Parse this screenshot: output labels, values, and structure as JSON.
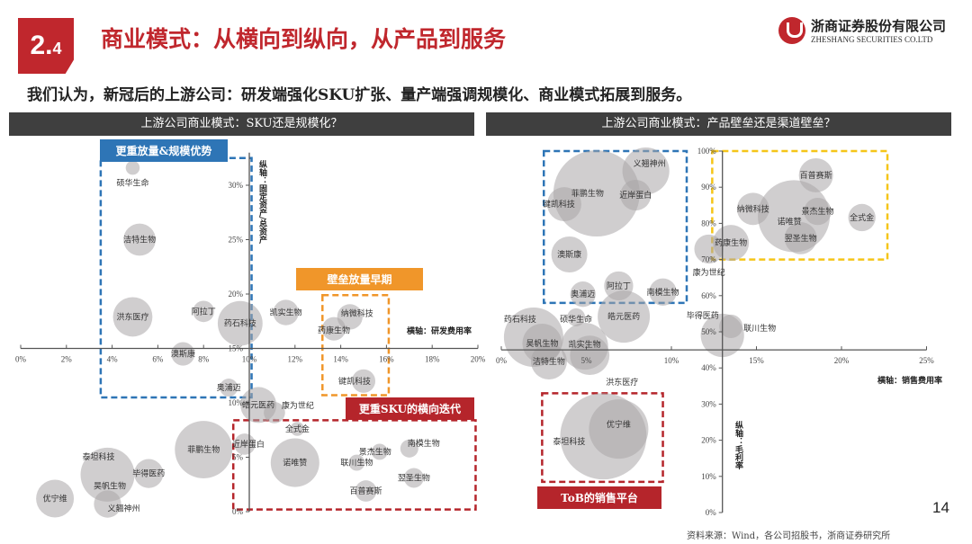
{
  "header": {
    "section_number": "2.",
    "section_sub": "4",
    "title": "商业模式：从横向到纵向，从产品到服务",
    "logo_cn": "浙商证券股份有限公司",
    "logo_en": "ZHESHANG SECURITIES CO.LTD"
  },
  "subtitle": "我们认为，新冠后的上游公司：研发端强化SKU扩张、量产端强调规模化、商业模式拓展到服务。",
  "footer": {
    "page": "14",
    "source": "资料来源：Wind，各公司招股书，浙商证券研究所"
  },
  "colors": {
    "brand": "#c0272d",
    "blue": "#2e75b6",
    "orange": "#f0962a",
    "yellow": "#f5c518",
    "bubble": "#c8c6c7"
  },
  "chart_data": [
    {
      "type": "scatter",
      "subtype": "bubble",
      "title": "上游公司商业模式：SKU还是规模化？",
      "xlabel": "横轴：研发费用率",
      "ylabel": "纵轴：固定资产/总资产",
      "xlim": [
        0,
        20
      ],
      "ylim": [
        0,
        33
      ],
      "xticks": [
        "0%",
        "2%",
        "4%",
        "6%",
        "8%",
        "10%",
        "12%",
        "14%",
        "16%",
        "18%",
        "20%"
      ],
      "yticks": [
        "0%",
        "5%",
        "10%",
        "15%",
        "20%",
        "25%",
        "30%"
      ],
      "y_axis_crosses_x": 10,
      "x_axis_crosses_y": 15,
      "annotations": [
        {
          "text": "更重放量&规模优势",
          "color": "#2e75b6",
          "xrange": [
            3.5,
            10.1
          ],
          "yrange": [
            10.5,
            32.5
          ]
        },
        {
          "text": "壁垒放量早期",
          "color": "#f0962a",
          "xrange": [
            13.2,
            16.1
          ],
          "yrange": [
            10.7,
            19.9
          ]
        },
        {
          "text": "更重SKU的横向迭代",
          "color": "#b5252b",
          "xrange": [
            9.3,
            19.9
          ],
          "yrange": [
            0.2,
            8.4
          ]
        }
      ],
      "points": [
        {
          "name": "硕华生命",
          "x": 4.9,
          "y": 31.6,
          "size": 0.6
        },
        {
          "name": "洁特生物",
          "x": 5.2,
          "y": 25.0,
          "size": 3.2
        },
        {
          "name": "洪东医疗",
          "x": 4.9,
          "y": 17.9,
          "size": 4.8
        },
        {
          "name": "阿拉丁",
          "x": 8.0,
          "y": 18.4,
          "size": 1.4
        },
        {
          "name": "药石科技",
          "x": 9.6,
          "y": 17.3,
          "size": 6.2
        },
        {
          "name": "凯实生物",
          "x": 11.6,
          "y": 18.3,
          "size": 2.0
        },
        {
          "name": "纳微科技",
          "x": 14.4,
          "y": 17.9,
          "size": 2.0
        },
        {
          "name": "药康生物",
          "x": 13.7,
          "y": 16.8,
          "size": 1.7
        },
        {
          "name": "澳斯康",
          "x": 7.1,
          "y": 14.5,
          "size": 1.7
        },
        {
          "name": "奥浦迈",
          "x": 9.1,
          "y": 11.4,
          "size": 1.0
        },
        {
          "name": "键凯科技",
          "x": 15.0,
          "y": 12.0,
          "size": 1.7
        },
        {
          "name": "皓元医药",
          "x": 10.4,
          "y": 9.8,
          "size": 4.0
        },
        {
          "name": "康为世纪",
          "x": 11.1,
          "y": 9.1,
          "size": 1.4
        },
        {
          "name": "全式金",
          "x": 12.1,
          "y": 7.6,
          "size": 0.6
        },
        {
          "name": "近岸蛋白",
          "x": 9.8,
          "y": 6.2,
          "size": 1.4
        },
        {
          "name": "菲鹏生物",
          "x": 8.0,
          "y": 5.7,
          "size": 10.2
        },
        {
          "name": "诺唯赞",
          "x": 12.0,
          "y": 4.5,
          "size": 7.3
        },
        {
          "name": "泰坦科技",
          "x": 3.8,
          "y": 3.4,
          "size": 9.0
        },
        {
          "name": "昊帆生物",
          "x": 3.9,
          "y": 3.0,
          "size": 0
        },
        {
          "name": "毕得医药",
          "x": 5.6,
          "y": 3.5,
          "size": 2.6
        },
        {
          "name": "优宁维",
          "x": 1.5,
          "y": 1.2,
          "size": 4.4
        },
        {
          "name": "义翘神州",
          "x": 3.8,
          "y": 0.7,
          "size": 2.3
        },
        {
          "name": "景杰生物",
          "x": 15.7,
          "y": 5.5,
          "size": 0.8
        },
        {
          "name": "南模生物",
          "x": 17.0,
          "y": 5.8,
          "size": 1.0
        },
        {
          "name": "联川生物",
          "x": 14.7,
          "y": 4.5,
          "size": 0.8
        },
        {
          "name": "百普赛斯",
          "x": 15.1,
          "y": 1.9,
          "size": 1.4
        },
        {
          "name": "翌圣生物",
          "x": 17.2,
          "y": 3.1,
          "size": 1.2
        }
      ]
    },
    {
      "type": "scatter",
      "subtype": "bubble",
      "title": "上游公司商业模式：产品壁垒还是渠道壁垒？",
      "xlabel": "横轴：销售费用率",
      "ylabel": "纵轴：毛利率",
      "xlim": [
        0,
        25
      ],
      "ylim": [
        0,
        100
      ],
      "xticks": [
        "0%",
        "5%",
        "10%",
        "15%",
        "20%",
        "25%"
      ],
      "yticks": [
        "0%",
        "10%",
        "20%",
        "30%",
        "40%",
        "50%",
        "60%",
        "70%",
        "80%",
        "90%",
        "100%"
      ],
      "y_axis_crosses_x": 13,
      "x_axis_crosses_y": 45,
      "annotations": [
        {
          "text": "",
          "color": "#2e75b6",
          "xrange": [
            2.5,
            10.9
          ],
          "yrange": [
            58,
            100
          ]
        },
        {
          "text": "",
          "color": "#f5c518",
          "xrange": [
            12.4,
            22.7
          ],
          "yrange": [
            70,
            100
          ]
        },
        {
          "text": "ToB的销售平台",
          "color": "#b5252b",
          "xrange": [
            2.4,
            9.5
          ],
          "yrange": [
            8.5,
            33
          ]
        }
      ],
      "points": [
        {
          "name": "菲鹏生物",
          "x": 5.6,
          "y": 88.3,
          "size": 23
        },
        {
          "name": "义翘神州",
          "x": 8.5,
          "y": 94.5,
          "size": 6.8
        },
        {
          "name": "近岸蛋白",
          "x": 7.9,
          "y": 87.8,
          "size": 2.9
        },
        {
          "name": "键凯科技",
          "x": 3.7,
          "y": 85.3,
          "size": 3.6
        },
        {
          "name": "澳斯康",
          "x": 4.0,
          "y": 71.4,
          "size": 4.0
        },
        {
          "name": "奥浦迈",
          "x": 4.8,
          "y": 60.4,
          "size": 2.0
        },
        {
          "name": "阿拉丁",
          "x": 6.9,
          "y": 62.7,
          "size": 2.6
        },
        {
          "name": "南模生物",
          "x": 9.5,
          "y": 61.0,
          "size": 2.3
        },
        {
          "name": "药石科技",
          "x": 1.9,
          "y": 48.5,
          "size": 10.9
        },
        {
          "name": "硕华生命",
          "x": 4.4,
          "y": 54.0,
          "size": 1.0
        },
        {
          "name": "皓元医药",
          "x": 7.2,
          "y": 54.2,
          "size": 8.4
        },
        {
          "name": "凯实生物",
          "x": 4.9,
          "y": 46.0,
          "size": 6.8
        },
        {
          "name": "昊帆生物",
          "x": 2.4,
          "y": 46.8,
          "size": 4.8
        },
        {
          "name": "洁特生物",
          "x": 2.8,
          "y": 41.8,
          "size": 4.0
        },
        {
          "name": "洪东医疗",
          "x": 5.2,
          "y": 43.5,
          "size": 4.8
        },
        {
          "name": "毕得医药",
          "x": 13.0,
          "y": 49.0,
          "size": 5.8
        },
        {
          "name": "联川生物",
          "x": 13.5,
          "y": 51.5,
          "size": 1.7
        },
        {
          "name": "康为世纪",
          "x": 12.2,
          "y": 72.9,
          "size": 2.6
        },
        {
          "name": "药康生物",
          "x": 13.5,
          "y": 74.6,
          "size": 4.0
        },
        {
          "name": "纳微科技",
          "x": 14.8,
          "y": 84.0,
          "size": 3.2
        },
        {
          "name": "诺唯赞",
          "x": 17.2,
          "y": 82.0,
          "size": 16
        },
        {
          "name": "百普赛斯",
          "x": 18.5,
          "y": 93.3,
          "size": 3.6
        },
        {
          "name": "景杰生物",
          "x": 18.6,
          "y": 83.3,
          "size": 2.3
        },
        {
          "name": "翌圣生物",
          "x": 17.6,
          "y": 75.9,
          "size": 3.2
        },
        {
          "name": "全式金",
          "x": 21.2,
          "y": 81.6,
          "size": 2.3
        },
        {
          "name": "泰坦科技",
          "x": 6.0,
          "y": 21.1,
          "size": 23
        },
        {
          "name": "优宁维",
          "x": 6.9,
          "y": 23.1,
          "size": 10.9
        }
      ]
    }
  ]
}
